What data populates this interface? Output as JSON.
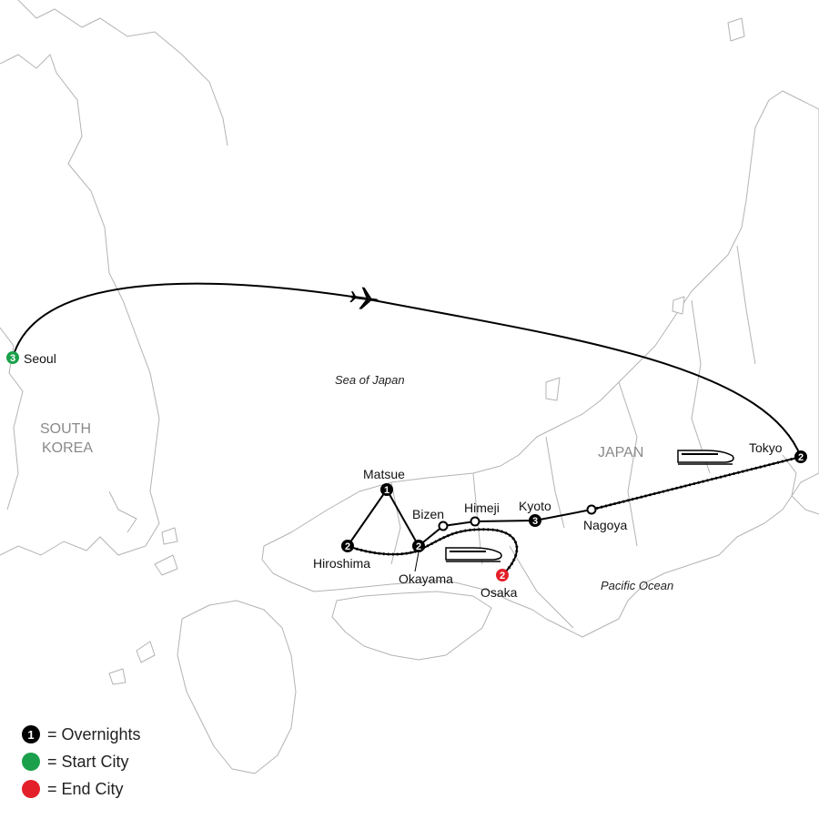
{
  "colors": {
    "overnight": "#000000",
    "start": "#1aa04a",
    "end": "#e3202a",
    "coast": "#b3b3b3",
    "route": "#000000",
    "region_label": "#8a8a8a"
  },
  "regions": {
    "south_korea_line1": "SOUTH",
    "south_korea_line2": "KOREA",
    "japan": "JAPAN"
  },
  "seas": {
    "sea_of_japan": "Sea of Japan",
    "pacific_ocean": "Pacific Ocean"
  },
  "cities": {
    "seoul": {
      "name": "Seoul",
      "nights": "3",
      "role": "start"
    },
    "tokyo": {
      "name": "Tokyo",
      "nights": "2",
      "role": "overnight"
    },
    "matsue": {
      "name": "Matsue",
      "nights": "1",
      "role": "overnight"
    },
    "hiroshima": {
      "name": "Hiroshima",
      "nights": "2",
      "role": "overnight"
    },
    "okayama": {
      "name": "Okayama",
      "nights": "2",
      "role": "overnight"
    },
    "bizen": {
      "name": "Bizen",
      "role": "stop"
    },
    "himeji": {
      "name": "Himeji",
      "role": "stop"
    },
    "kyoto": {
      "name": "Kyoto",
      "nights": "3",
      "role": "overnight"
    },
    "nagoya": {
      "name": "Nagoya",
      "role": "stop"
    },
    "osaka": {
      "name": "Osaka",
      "nights": "2",
      "role": "end"
    }
  },
  "transport_icons": [
    "plane-icon",
    "bullet-train-icon",
    "bullet-train-icon"
  ],
  "legend": {
    "overnights": {
      "marker": "1",
      "label": "= Overnights"
    },
    "start_city": {
      "label": "= Start City"
    },
    "end_city": {
      "label": "= End City"
    }
  }
}
